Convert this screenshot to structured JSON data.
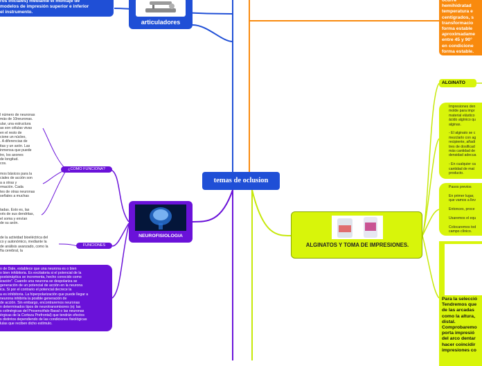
{
  "central": {
    "label": "temas de oclusion"
  },
  "top_left_blue": {
    "text": "ros iniciales) mediante el montaje de\nmodelos de impresión superior e inferior\nel instrumento."
  },
  "articuladores": {
    "label": "articuladores"
  },
  "neuro": {
    "label": "NEUROFISIOLOGIA",
    "como_funciona": "¿COMO FUNCIONA?",
    "funciones": "FUNCIONES",
    "text_neuronas": "l número de neuronas\nmás de 10neuronas.\nular, una estructura\nas son células vivas\nen el resto de\ncione un núcleo,\n. A diferencias de\nitas y un axón. Las\n inmensa que puede\ntro, los axones\nde longitud.\ncos.",
    "text_mecanismos": "mos básicos para la\nciales de acción son\na a otras y\nrmación. Cada\ntes de otras neuronas\n señales a muchas",
    "text_sinapsis": "tadas. Esto es, las\nvés de sus dendritas,\nel soma y envían\nde su axón.",
    "text_funciones": "de la actividad bioeléctrica del\nco y autonómico, mediante la\nde análisis avanzado, como la\nfía cerebral, la",
    "text_dale": "o de Dale, establece que una neurona es o bien\n o bien inhibitoria. Es excitatoria si el potencial de la\n postsináptica se incrementa, hecho conocido como\nización\". Cuando una neurona se despolariza se\ngeneración de un potencial de acción en la neurona\nica. Si por el contrario el potencial decrece la\na es inhibitoria. La hiperpolarización que puede llegar a\nneurona inhibiría la posible generación de\nde acción. Sin embargo, encontraremos neuronas\nn determinados tipos de neurotransmisores (ej: las\ns colinérgicas del Prosencéfalo Basal o las neuronas\nérgicas de la Corteza Prefrontal) que tendrán efectos\ns distintos dependiendo de las condiciones fisiológicas\nlulas que reciben dicho estímulo."
  },
  "orange_right": {
    "text": "ocurre\nhemihidratad\ntemperatura e\ncentígrados, s\ntransformacio\nforma estable\naproximadame\nentre 45 y 90°\nen condicione\nforma estable."
  },
  "alginato": {
    "label": "ALGINATO",
    "main_label": "ALGINATOS Y TOMA DE IMPRESIONES.",
    "text_impresiones": "Impresiones den\nmolde para impr\nmaterial elástico\nácido algínico qu\nalginas.\n\n- El alginato se c\nmezclarlo con ag\nrecipiente, añadi\ntres de dosificad\nmás cantidad de\ndensidad adecua\n\n- En cualquier ca\ncantidad de mat\nproducto.",
    "text_pasos": "Pasos previos\n\nEn primer lugar,\nque vamos a llev\n\nEntonces, proce\n\nUsaremos el equ\n\nColocaremos tod\ncampo clínico.",
    "text_seleccion": "Para la selecció\nTendremos que\nde las arcadas\ncomo la altura,\ndistal.\nComprobaremo\nporta impresió\ndel arco dentar\nhacer coincidir\nimpresiones co"
  }
}
